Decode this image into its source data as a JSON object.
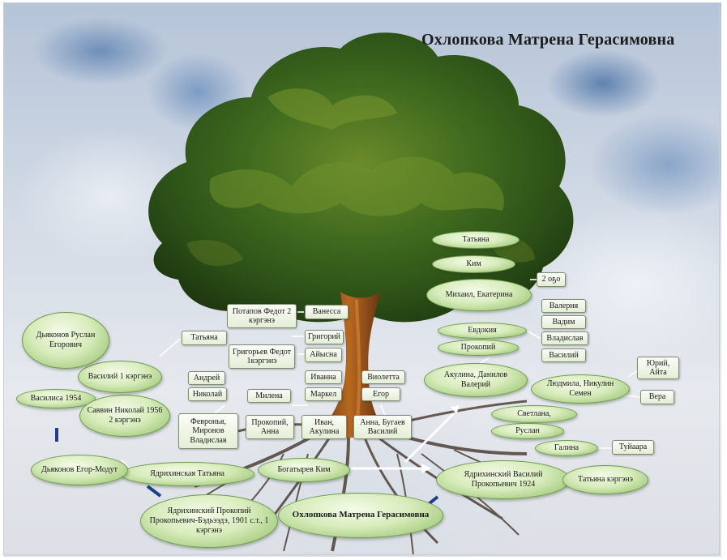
{
  "title": "Охлопкова Матрена Герасимовна",
  "palette": {
    "node_fill": "#d8ecbc",
    "node_border": "#6f9a4e",
    "box_fill": "#e4eed6",
    "connector": "#ffffff"
  },
  "nodes": {
    "tatiana_top": "Татьяна",
    "kim_top": "Ким",
    "mikhail": "Михаил, Екатерина",
    "two_oyo": "2 оҕо",
    "valeria": "Валерия",
    "vadim": "Вадим",
    "vladislav": "Владислав",
    "evdokia": "Евдокия",
    "vasily_r": "Василий",
    "prokopy_r": "Прокопий",
    "akulina": "Акулина, Данилов Валерий",
    "yuri": "Юрий, Айта",
    "lyudmila": "Людмила, Никулин Семен",
    "vera": "Вера",
    "svetlana": "Светлана,",
    "ruslan": "Руслан",
    "galina": "Галина",
    "tuiara": "Туйаара",
    "vasily_1924": "Ядрихинский Василий Прокопьевич 1924",
    "tatiana_kyrgys": "Татьяна кэргэнэ",
    "okhlopkova": "Охлопкова Матрена Герасимовна",
    "prokopy_old": "Ядрихинский Прокопий Прокопьевич-Бэдьээдэ, 1901 с.т., 1 кэргэнэ",
    "bogatyrev": "Богатырев Ким",
    "yadr_tatiana": "Ядрихинская Татьяна",
    "dyakonov_egor": "Дьяконов Егор-Модут",
    "vasilisa": "Василиса 1954",
    "savvin": "Саввин Николай 1956 2 кэргэнэ",
    "vasily_l": "Василий 1 кэргэнэ",
    "dyakonov_ruslan": "Дьяконов Руслан Егорович",
    "tatiana_mid": "Татьяна",
    "potapov": "Потапов Федот 2 кэргэнэ",
    "vanessa": "Ванесса",
    "grigoriev": "Григорьев Федот 1кэргэнэ",
    "grigory": "Григорий",
    "aysen": "Айысна",
    "andrey": "Андрей",
    "nikolay": "Николай",
    "fevronia": "Февронья, Миронов Владислав",
    "milena": "Милена",
    "prokopy_anna": "Прокопий, Анна",
    "ivanna": "Иванна",
    "markel": "Маркел",
    "ivan_akulina": "Иван, Акулина",
    "violetta": "Виолетта",
    "egor": "Егор",
    "anna_bugaev": "Анна, Бугаев Василий"
  }
}
